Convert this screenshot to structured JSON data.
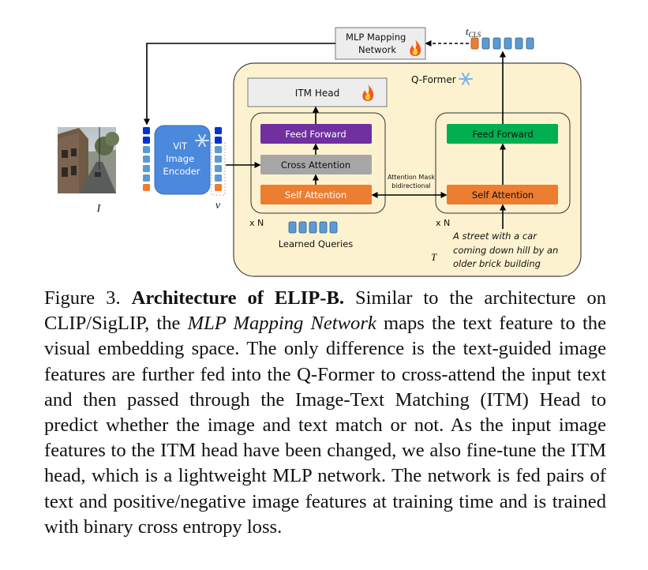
{
  "figure": {
    "mlp_mapping_network": "MLP Mapping\nNetwork",
    "t_cls_label": "t",
    "t_cls_sub": "CLS",
    "qformer_label": "Q-Former",
    "itm_head": "ITM Head",
    "feed_forward_left": "Feed Forward",
    "cross_attention": "Cross Attention",
    "self_attention_left": "Self Attention",
    "feed_forward_right": "Feed Forward",
    "self_attention_right": "Self Attention",
    "attention_mask": "Attention Mask",
    "bidirectional": "bidirectional",
    "xn_left": "x N",
    "xn_right": "x N",
    "learned_queries": "Learned Queries",
    "vit_encoder": "ViT\nImage\nEncoder",
    "image_label": "I",
    "v_label": "v",
    "t_label": "T",
    "text_input": "A street with a car\ncoming down hill by an\nolder brick building",
    "colors": {
      "qformer_bg": "#fdf2cf",
      "feed_forward_left": "#7030a0",
      "cross_attention": "#a6a6a6",
      "self_attention": "#ed7d31",
      "feed_forward_right": "#00b050",
      "vit": "#4a89dc",
      "token_light": "#5b9bd5",
      "token_dark": "#0033cc",
      "token_orange": "#ed7d31"
    }
  },
  "caption": {
    "prefix": "Figure 3. ",
    "title": "Architecture of ELIP-B.",
    "part1": " Similar to the architecture on CLIP/SigLIP, the ",
    "italic": "MLP Mapping Network",
    "part2": " maps the text feature to the visual embedding space. The only difference is the text-guided image features are further fed into the Q-Former to cross-attend the input text and then passed through the Image-Text Matching (ITM) Head to predict whether the image and text match or not. As the input image features to the ITM head have been changed, we also fine-tune the ITM head, which is a lightweight MLP network. The network is fed pairs of text and positive/negative image features at training time and is trained with binary cross entropy loss."
  }
}
